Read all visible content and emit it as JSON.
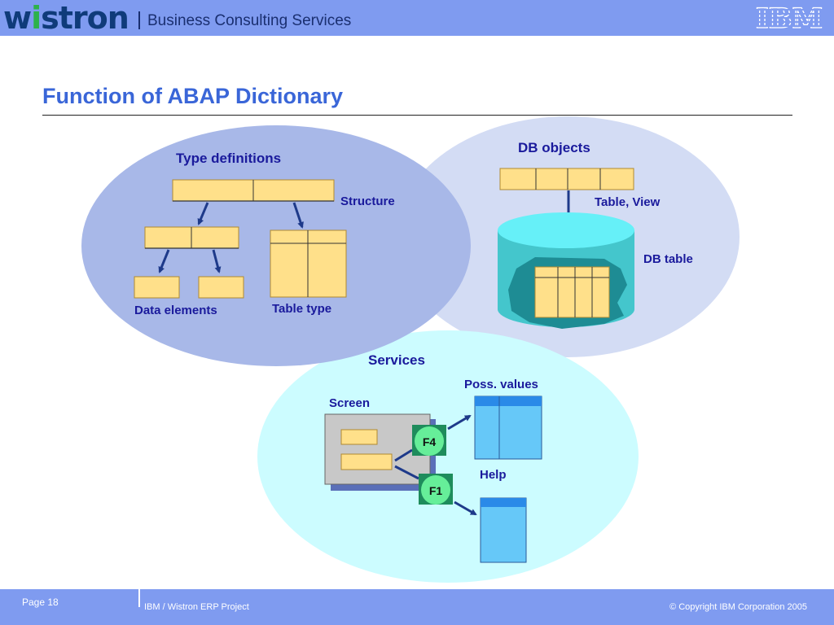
{
  "header": {
    "logo_text": "wistron",
    "subtitle": "Business Consulting Services",
    "brand": "IBM"
  },
  "slide": {
    "title": "Function of ABAP Dictionary"
  },
  "diagram": {
    "type_definitions": "Type definitions",
    "structure": "Structure",
    "data_elements": "Data elements",
    "table_type": "Table type",
    "db_objects": "DB objects",
    "table_view": "Table, View",
    "db_table": "DB table",
    "services": "Services",
    "screen": "Screen",
    "poss_values": "Poss. values",
    "help": "Help",
    "f4": "F4",
    "f1": "F1"
  },
  "footer": {
    "page": "Page 18",
    "project": "IBM / Wistron ERP Project",
    "copyright": "© Copyright IBM Corporation 2005"
  },
  "colors": {
    "header_bar": "#7f9bf0",
    "title": "#3a66d8",
    "label": "#1a1a9c",
    "field": "#ffe08a",
    "type_ellipse": "#a8b8e8",
    "db_ellipse": "#d3dcf4",
    "services_ellipse": "#ccfcff"
  }
}
